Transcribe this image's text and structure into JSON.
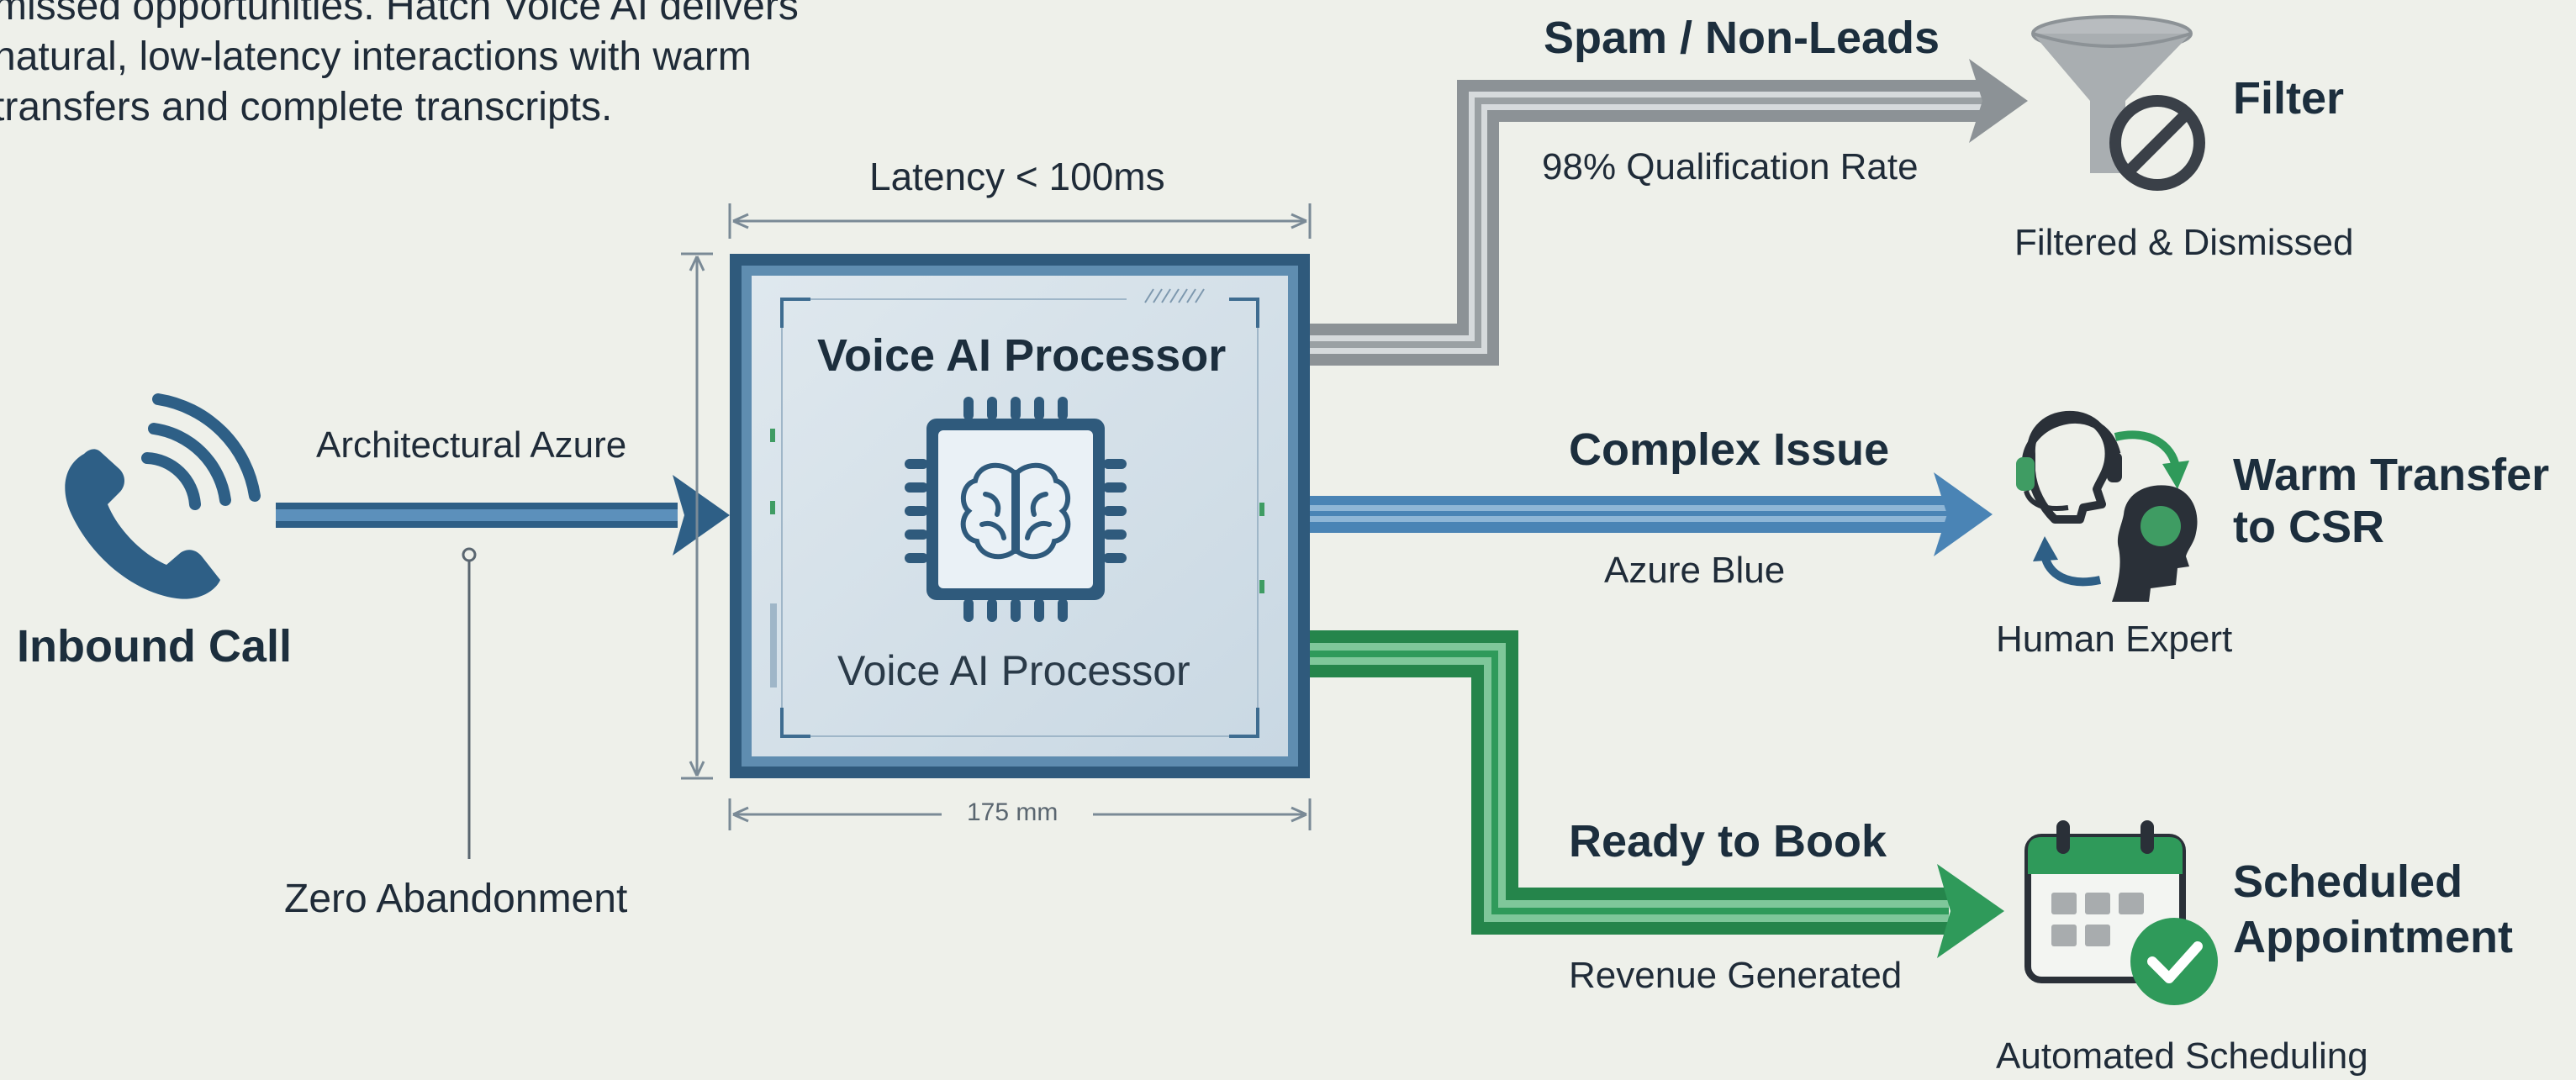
{
  "intro_lines": [
    "missed opportunities. Hatch Voice AI delivers",
    "natural, low-latency interactions with warm",
    "transfers and complete transcripts."
  ],
  "source": {
    "title": "Inbound Call",
    "arrow_label": "Architectural Azure",
    "note": "Zero Abandonment",
    "icon": "phone-signal-icon"
  },
  "processor": {
    "title": "Voice AI Processor",
    "caption": "Voice AI Processor",
    "latency_label": "Latency < 100ms",
    "width_label": "175 mm",
    "icon": "brain-chip-icon"
  },
  "routes": [
    {
      "id": "spam",
      "branch_label": "Spam / Non-Leads",
      "branch_sub": "98% Qualification Rate",
      "outcome_title": "Filter",
      "outcome_sub": "Filtered & Dismissed",
      "icon": "funnel-block-icon",
      "color": "#9aa0a3"
    },
    {
      "id": "complex",
      "branch_label": "Complex Issue",
      "branch_sub": "Azure Blue",
      "outcome_title_lines": [
        "Warm Transfer",
        "to CSR"
      ],
      "outcome_sub": "Human Expert",
      "icon": "headset-transfer-icon",
      "color": "#4a84b5"
    },
    {
      "id": "book",
      "branch_label": "Ready to Book",
      "branch_sub": "Revenue Generated",
      "outcome_title_lines": [
        "Scheduled",
        "Appointment"
      ],
      "outcome_sub": "Automated Scheduling",
      "icon": "calendar-check-icon",
      "color": "#2f9a5a"
    }
  ],
  "colors": {
    "background": "#eef0ea",
    "azure_dark": "#2e5f86",
    "azure": "#4a84b5",
    "green": "#2f9a5a",
    "gray": "#9aa0a3",
    "text": "#1f2b38"
  }
}
